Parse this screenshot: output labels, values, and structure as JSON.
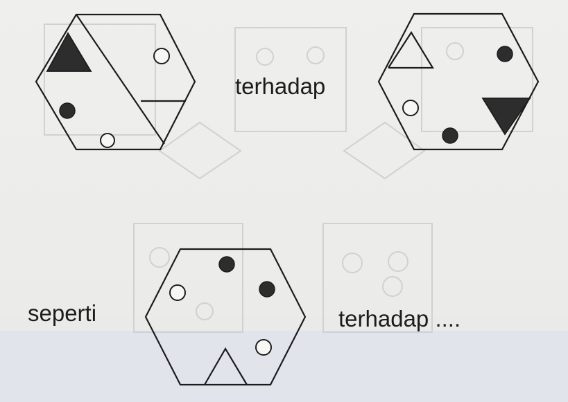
{
  "labels": {
    "first_relation": "terhadap",
    "analogy_word": "seperti",
    "second_relation": "terhadap ...."
  },
  "colors": {
    "ink": "#1c1c1c",
    "filled": "#2d2d2d",
    "ghost": "#cfd1d3"
  }
}
